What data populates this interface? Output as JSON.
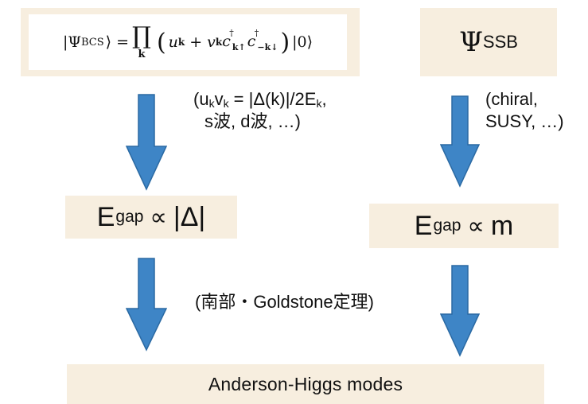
{
  "formulas": {
    "bcs_lhs": "|Ψ",
    "bcs_lhs_sub": "BCS",
    "bcs_lhs_close": "⟩ =",
    "bcs_prod": "∏",
    "bcs_prod_index": "k",
    "bcs_u": "u",
    "bcs_plus": "+",
    "bcs_v": "v",
    "bcs_idx_k": "k",
    "bcs_c1_sub": "k↑",
    "bcs_c2_sub": "−k↓",
    "bcs_c": "c",
    "bcs_dag": "†",
    "bcs_paren_open": "(",
    "bcs_paren_close": ")",
    "bcs_vac": "|0⟩",
    "ssb_symbol": "Ψ",
    "ssb_sub": "SSB"
  },
  "boxes": {
    "gap_bcs_E": "E",
    "gap_bcs_sub": "gap",
    "gap_bcs_op": "∝",
    "gap_bcs_rhs": "|Δ|",
    "gap_ssb_E": "E",
    "gap_ssb_sub": "gap",
    "gap_ssb_op": "∝",
    "gap_ssb_rhs": "m",
    "result": "Anderson-Higgs modes"
  },
  "notes": {
    "left_l1_a": "(u",
    "left_l1_sub1": "k",
    "left_l1_b": "v",
    "left_l1_sub2": "k",
    "left_l1_c": " = |Δ(k)|/2E",
    "left_l1_sub3": "k",
    "left_l1_d": ",",
    "left_l2": "s波, d波, …)",
    "right_l1": "(chiral,",
    "right_l2": " SUSY, …)",
    "middle": "(南部・Goldstone定理)"
  },
  "colors": {
    "box_fill": "#f7eedf",
    "arrow_fill": "#3e85c6",
    "arrow_stroke": "#2b6aa3"
  }
}
